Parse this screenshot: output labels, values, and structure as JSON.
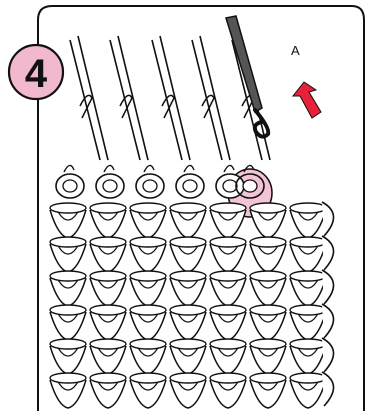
{
  "step": {
    "number": "4",
    "badge_color": "#f2b8cf"
  },
  "callout": {
    "label": "A",
    "arrow_color": "#e8213a"
  },
  "illustration": {
    "subject": "knitting-needles-with-hook-pulling-loop",
    "highlight_color": "#f3c4d7",
    "hook_color": "#555555",
    "line_color": "#111111",
    "background": "#ffffff"
  }
}
